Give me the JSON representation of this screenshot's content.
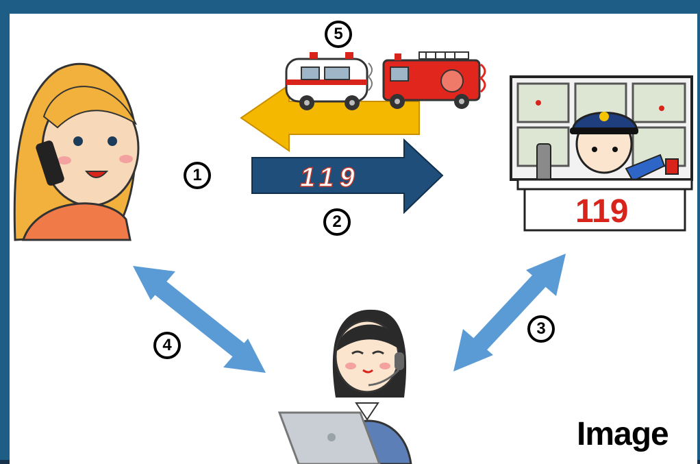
{
  "caption": "Image",
  "steps": [
    "1",
    "2",
    "3",
    "4",
    "5"
  ],
  "arrow_number": "119",
  "desk_sign": "119",
  "colors": {
    "frame": "#1d5d86",
    "forward_arrow": "#1e4e79",
    "return_arrow": "#f5b800",
    "link_arrow": "#5b9bd5",
    "alert_red": "#d9241c"
  },
  "icons": [
    "caller-woman-icon",
    "ambulance-icon",
    "fire-engine-icon",
    "dispatch-officer-icon",
    "operator-icon"
  ]
}
